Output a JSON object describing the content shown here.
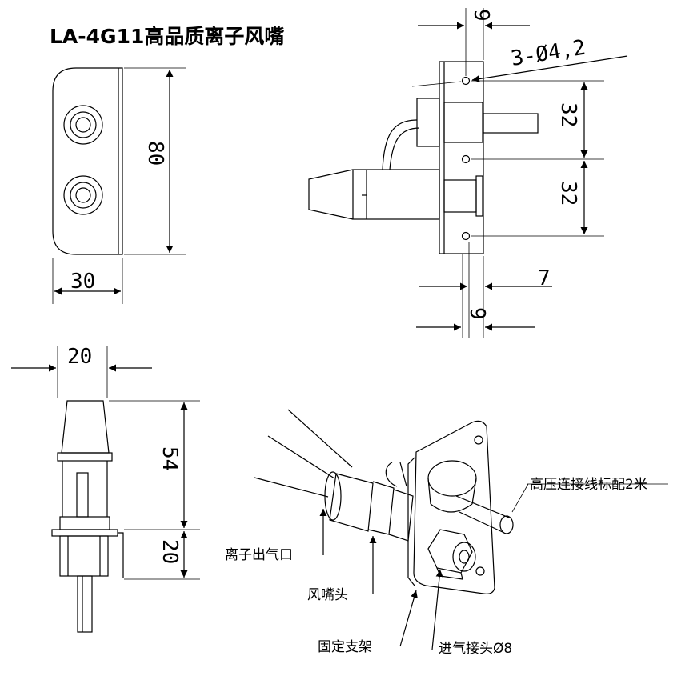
{
  "title": "LA-4G11高品质离子风嘴",
  "dimensions": {
    "top_width": "9",
    "holes": "3-Ø4,2",
    "spacing_upper": "32",
    "spacing_lower": "32",
    "offset_7": "7",
    "bottom_width": "9",
    "plate_height": "80",
    "plate_width": "30",
    "body_width": "20",
    "body_height": "54",
    "base_height": "20"
  },
  "labels": {
    "hv_cable": "高压连接线标配2米",
    "ion_outlet": "离子出气口",
    "nozzle_head": "风嘴头",
    "bracket": "固定支架",
    "air_inlet": "进气接头Ø8"
  }
}
